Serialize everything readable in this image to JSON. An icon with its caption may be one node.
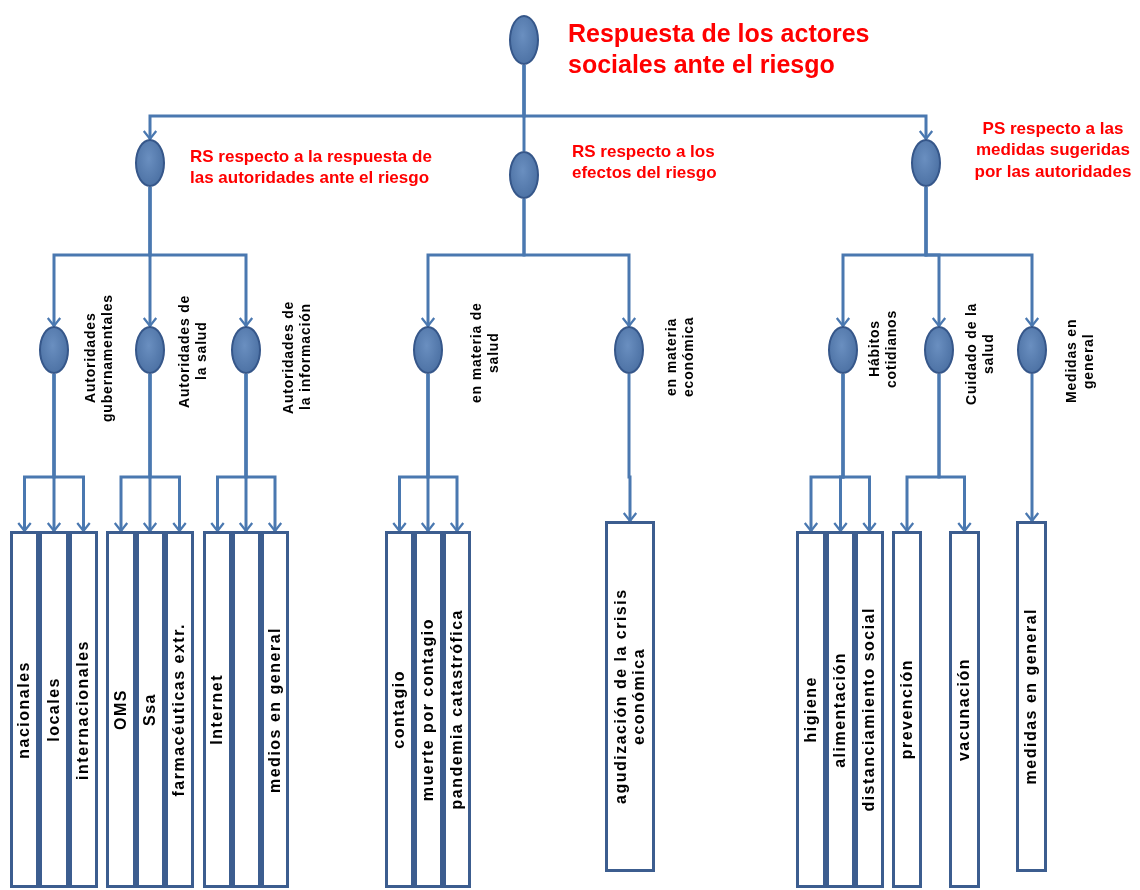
{
  "diagram": {
    "nodes": [
      {
        "text": [],
        "shape": "circle",
        "beside": [
          "Respuesta de los actores sociales ante el riesgo"
        ]
      },
      {
        "text": [],
        "shape": "circle",
        "beside": [
          "RS respecto a la respuesta de las autoridades ante el riesgo"
        ]
      },
      {
        "text": [],
        "shape": "circle",
        "beside": [
          "RS respecto a los efectos del riesgo"
        ]
      },
      {
        "text": [],
        "shape": "circle",
        "beside": [
          "PS respecto a las medidas sugeridas por las autoridades"
        ]
      },
      {
        "text": [],
        "shape": "circle",
        "beside": [
          "Autoridades gubernamentales"
        ]
      },
      {
        "text": [],
        "shape": "circle",
        "beside": [
          "Autoridades de la salud"
        ]
      },
      {
        "text": [],
        "shape": "circle",
        "beside": [
          "Autoridades de la información"
        ]
      },
      {
        "text": [],
        "shape": "circle",
        "beside": [
          "en materia de salud"
        ]
      },
      {
        "text": [],
        "shape": "circle",
        "beside": [
          "en materia económica"
        ]
      },
      {
        "text": [],
        "shape": "circle",
        "beside": [
          "Hábitos cotidianos"
        ]
      },
      {
        "text": [],
        "shape": "circle",
        "beside": [
          "Cuidado de la salud"
        ]
      },
      {
        "text": [],
        "shape": "circle",
        "beside": [
          "Medidas en general"
        ]
      },
      {
        "text": [
          "nacionales"
        ]
      },
      {
        "text": [
          "locales"
        ]
      },
      {
        "text": [
          "internacionales"
        ]
      },
      {
        "text": [
          "OMS"
        ]
      },
      {
        "text": [
          "Ssa"
        ]
      },
      {
        "text": [
          "farmacéuticas extr."
        ]
      },
      {
        "text": [
          "Internet"
        ]
      },
      {
        "text": [],
        "shape": "box"
      },
      {
        "text": [
          "medios en general"
        ]
      },
      {
        "text": [
          "contagio"
        ]
      },
      {
        "text": [
          "muerte por contagio"
        ]
      },
      {
        "text": [
          "pandemia catastrófica"
        ]
      },
      {
        "text": [
          "agudización de la crisis económica"
        ]
      },
      {
        "text": [
          "higiene"
        ]
      },
      {
        "text": [
          "alimentación"
        ]
      },
      {
        "text": [
          "distanciamiento social"
        ]
      },
      {
        "text": [
          "prevención"
        ]
      },
      {
        "text": [
          "vacunación"
        ]
      },
      {
        "text": [
          "medidas en general"
        ]
      }
    ],
    "edges": [
      {
        "from": 0,
        "to": 1,
        "arrow": "to"
      },
      {
        "from": 0,
        "to": 2,
        "arrow": "none"
      },
      {
        "from": 0,
        "to": 3,
        "arrow": "to"
      },
      {
        "from": 1,
        "to": 4,
        "arrow": "to"
      },
      {
        "from": 1,
        "to": 5,
        "arrow": "to"
      },
      {
        "from": 1,
        "to": 6,
        "arrow": "to"
      },
      {
        "from": 2,
        "to": 7,
        "arrow": "to"
      },
      {
        "from": 2,
        "to": 8,
        "arrow": "to"
      },
      {
        "from": 3,
        "to": 9,
        "arrow": "to"
      },
      {
        "from": 3,
        "to": 10,
        "arrow": "to"
      },
      {
        "from": 3,
        "to": 11,
        "arrow": "to"
      },
      {
        "from": 4,
        "to": 12,
        "arrow": "to"
      },
      {
        "from": 4,
        "to": 13,
        "arrow": "to"
      },
      {
        "from": 4,
        "to": 14,
        "arrow": "to"
      },
      {
        "from": 5,
        "to": 15,
        "arrow": "to"
      },
      {
        "from": 5,
        "to": 16,
        "arrow": "to"
      },
      {
        "from": 5,
        "to": 17,
        "arrow": "to"
      },
      {
        "from": 6,
        "to": 18,
        "arrow": "to"
      },
      {
        "from": 6,
        "to": 19,
        "arrow": "to"
      },
      {
        "from": 6,
        "to": 20,
        "arrow": "to"
      },
      {
        "from": 7,
        "to": 21,
        "arrow": "to"
      },
      {
        "from": 7,
        "to": 22,
        "arrow": "to"
      },
      {
        "from": 7,
        "to": 23,
        "arrow": "to"
      },
      {
        "from": 8,
        "to": 24,
        "arrow": "to"
      },
      {
        "from": 9,
        "to": 25,
        "arrow": "to"
      },
      {
        "from": 9,
        "to": 26,
        "arrow": "to"
      },
      {
        "from": 9,
        "to": 27,
        "arrow": "to"
      },
      {
        "from": 10,
        "to": 28,
        "arrow": "to"
      },
      {
        "from": 10,
        "to": 29,
        "arrow": "to"
      },
      {
        "from": 11,
        "to": 30,
        "arrow": "to"
      }
    ]
  }
}
